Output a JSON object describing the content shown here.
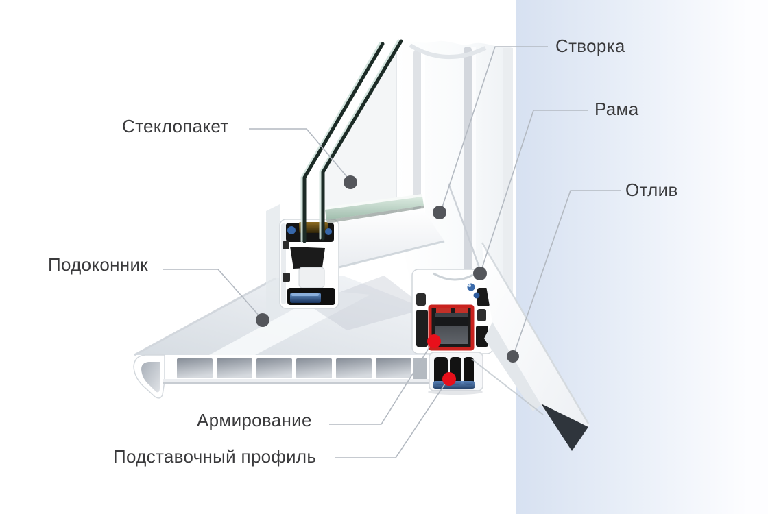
{
  "figure": {
    "kind": "window-installation-cross-section",
    "language": "ru"
  },
  "callouts": [
    {
      "id": "glazing",
      "label": "Стеклопакет",
      "marker": "gray-dot"
    },
    {
      "id": "sill",
      "label": "Подоконник",
      "marker": "gray-dot"
    },
    {
      "id": "reinforcement",
      "label": "Армирование",
      "marker": "red-dot"
    },
    {
      "id": "support",
      "label": "Подставочный профиль",
      "marker": "red-dot"
    },
    {
      "id": "sash",
      "label": "Створка",
      "marker": "gray-dot"
    },
    {
      "id": "frame",
      "label": "Рама",
      "marker": "gray-dot"
    },
    {
      "id": "drip",
      "label": "Отлив",
      "marker": "gray-dot"
    }
  ],
  "theme": {
    "label_color": "#3a3a3c",
    "leader_color": "#b3b9c1",
    "marker_dark": "#54565b",
    "marker_red": "#e8101b",
    "red_outline": "#c9221e",
    "band_left": "#d7e1f1",
    "band_right": "#fdfdff"
  }
}
